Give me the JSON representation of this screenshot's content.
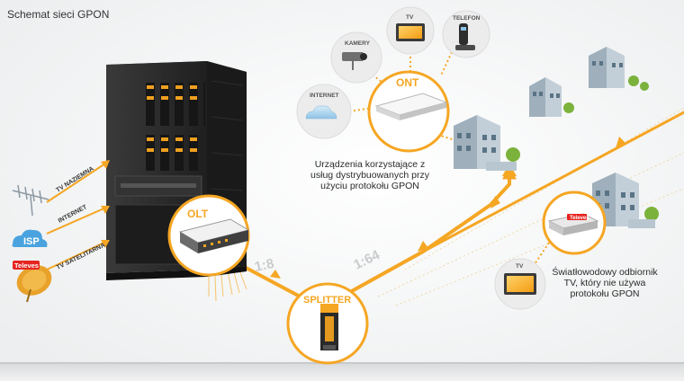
{
  "title": "Schemat sieci GPON",
  "labels": {
    "olt": "OLT",
    "ont": "ONT",
    "splitter": "SPLITTER",
    "ratio_1": "1:8",
    "ratio_2": "1:64",
    "tv_terrestrial": "TV NAZIEMNA",
    "internet_input": "INTERNET",
    "tv_satellite": "TV SATELITARNA",
    "isp": "ISP",
    "televes_logo": "Televes",
    "internet_device": "INTERNET",
    "cameras": "KAMERY",
    "tv_device": "TV",
    "phone": "TELEFON",
    "tv_right": "TV",
    "televes_receiver": "Televes"
  },
  "captions": {
    "gpon_devices": "Urządzenia korzystające z usług dystrybuowanych przy użyciu protokołu GPON",
    "fiber_tv": "Światłowodowy odbiornik TV, który nie używa protokołu GPON"
  },
  "colors": {
    "fiber": "#f5a623",
    "rack": "#2b2b2b",
    "led": "#f0a020",
    "building": "#a9b8c4",
    "tree": "#7bb23b"
  }
}
